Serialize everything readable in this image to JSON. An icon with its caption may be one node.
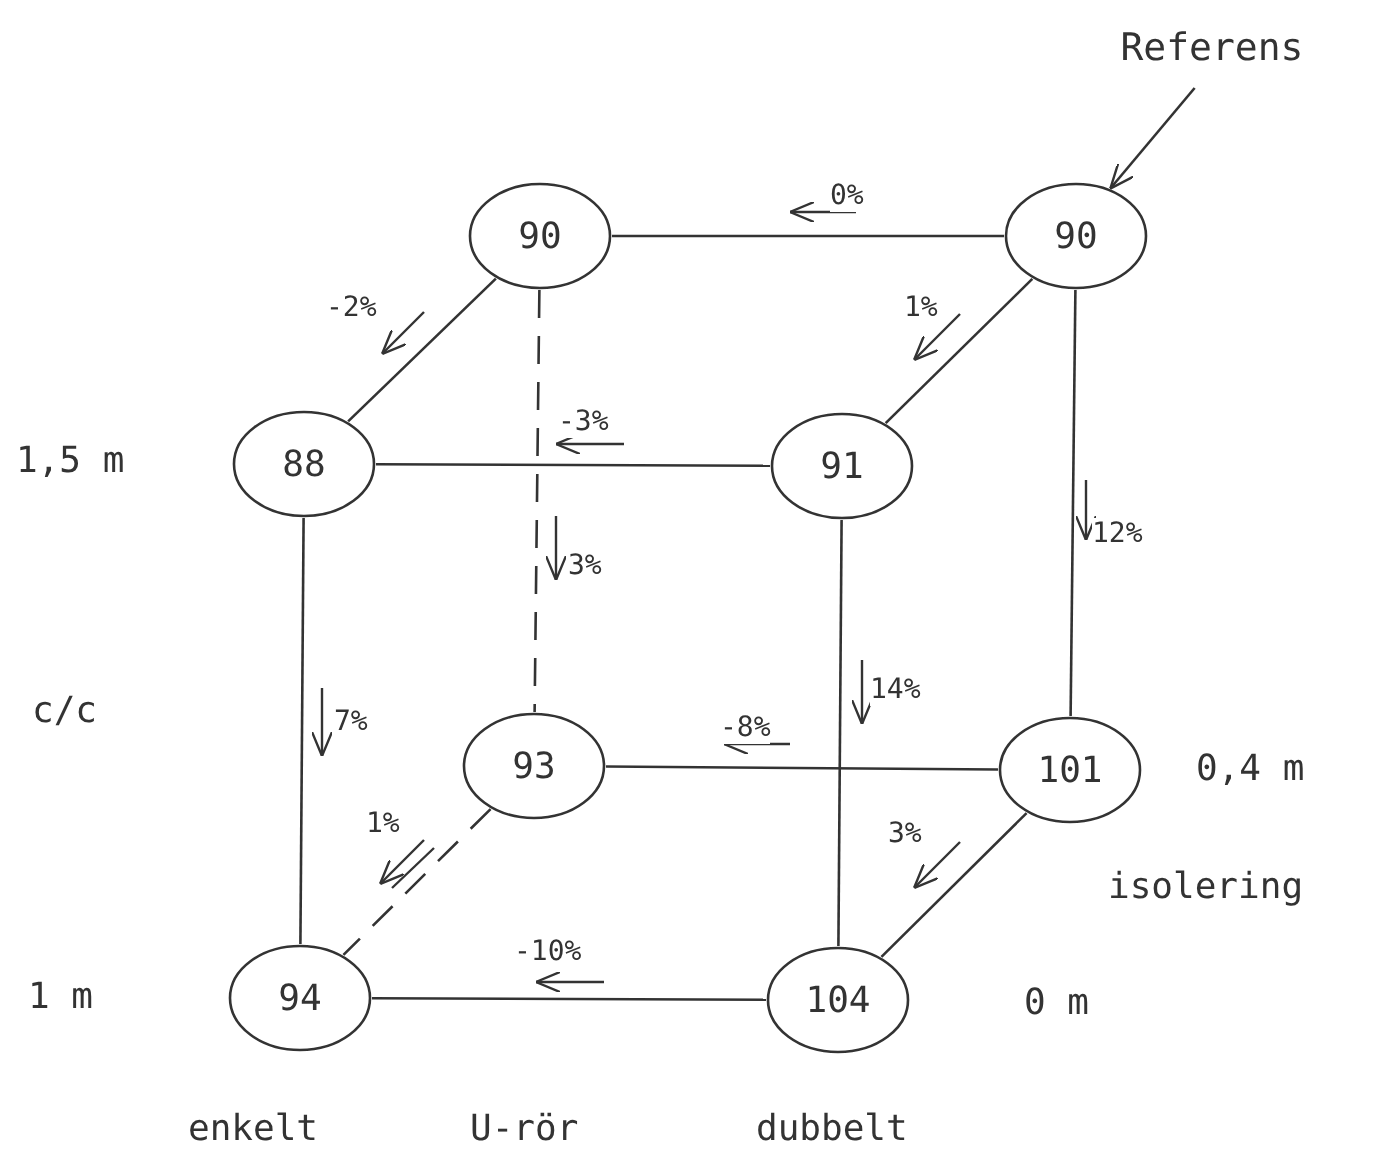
{
  "diagram": {
    "nodes": [
      {
        "text": [
          "90"
        ]
      },
      {
        "text": [
          "90"
        ]
      },
      {
        "text": [
          "88"
        ]
      },
      {
        "text": [
          "91"
        ]
      },
      {
        "text": [
          "93"
        ]
      },
      {
        "text": [
          "101"
        ]
      },
      {
        "text": [
          "94"
        ]
      },
      {
        "text": [
          "104"
        ]
      },
      {
        "text": [
          "Referens"
        ]
      }
    ],
    "edges": [
      {
        "from": 0,
        "to": 1,
        "arrow": "none",
        "label": "0%"
      },
      {
        "from": 0,
        "to": 2,
        "arrow": "none",
        "label": "-2%"
      },
      {
        "from": 0,
        "to": 4,
        "arrow": "none",
        "label": "3%",
        "style": "dashed"
      },
      {
        "from": 1,
        "to": 3,
        "arrow": "none",
        "label": "1%"
      },
      {
        "from": 1,
        "to": 5,
        "arrow": "none",
        "label": "12%"
      },
      {
        "from": 2,
        "to": 3,
        "arrow": "none",
        "label": "-3%"
      },
      {
        "from": 2,
        "to": 6,
        "arrow": "none",
        "label": "7%"
      },
      {
        "from": 3,
        "to": 7,
        "arrow": "none",
        "label": "14%"
      },
      {
        "from": 4,
        "to": 5,
        "arrow": "none",
        "label": "-8%"
      },
      {
        "from": 4,
        "to": 6,
        "arrow": "none",
        "label": "1%",
        "style": "dashed"
      },
      {
        "from": 5,
        "to": 7,
        "arrow": "none",
        "label": "3%"
      },
      {
        "from": 6,
        "to": 7,
        "arrow": "none",
        "label": "-10%"
      },
      {
        "from": 8,
        "to": 1,
        "arrow": "to"
      }
    ],
    "labels": [
      "1,5 m",
      "c/c",
      "0,4 m",
      "isolering",
      "1 m",
      "0 m",
      "enkelt",
      "U-rör",
      "dubbelt"
    ]
  }
}
